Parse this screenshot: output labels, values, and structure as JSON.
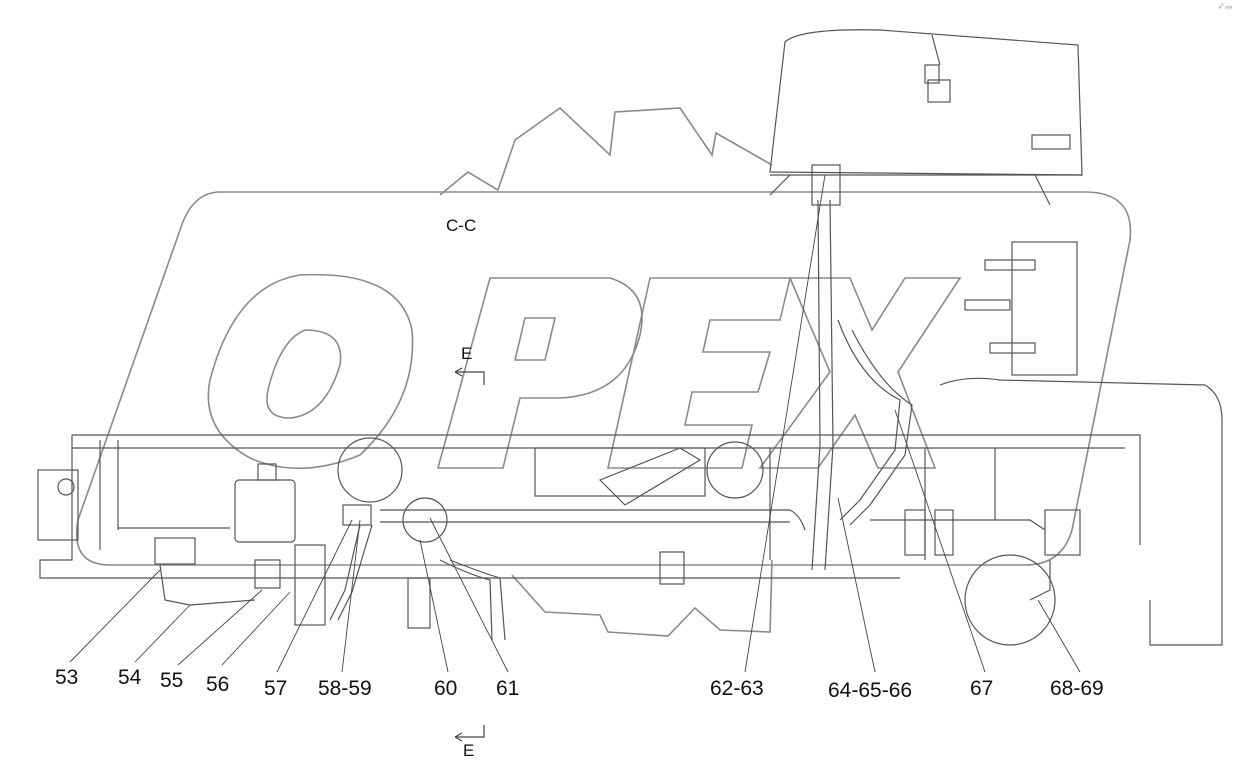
{
  "section_label": "C-C",
  "view_label_top": "E",
  "view_label_bottom": "E",
  "corner_text": "ₔ⁰ ₒₒₒ",
  "watermark": {
    "text": "OPEX",
    "color": "#8a8a8a"
  },
  "callouts": [
    "53",
    "54",
    "55",
    "56",
    "57",
    "58-59",
    "60",
    "61",
    "62-63",
    "64-65-66",
    "67",
    "68-69"
  ],
  "colors": {
    "line": "#555555",
    "watermark": "#8a8a8a",
    "text": "#111111"
  }
}
